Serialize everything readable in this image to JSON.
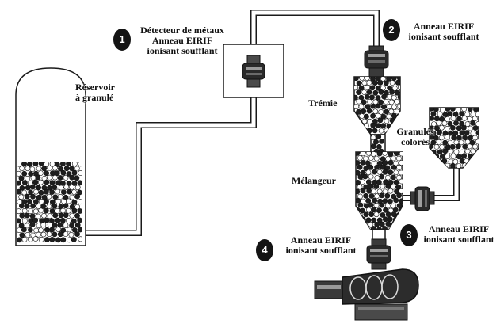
{
  "labels": {
    "reservoir": [
      "Réservoir",
      "à granulé"
    ],
    "detector": [
      "Détecteur de métaux",
      "Anneau EIRIF",
      "ionisant soufflant"
    ],
    "ring_top": [
      "Anneau EIRIF",
      "ionisant  soufflant"
    ],
    "hopper": "Trémie",
    "colored": [
      "Granulés",
      "colorés"
    ],
    "mixer": "Mélangeur",
    "ring_mixer": [
      "Anneau EIRIF",
      "ionisant  soufflant"
    ],
    "ring_colored": [
      "Anneau EIRIF",
      "ionisant  soufflant"
    ]
  },
  "badges": {
    "one": "1",
    "two": "2",
    "three": "3",
    "four": "4"
  },
  "colors": {
    "ink": "#1a1a1a",
    "pellet_dark": "#1e1e1e",
    "pellet_light": "#ffffff",
    "panel": "#ffffff",
    "badge": "#141414"
  }
}
